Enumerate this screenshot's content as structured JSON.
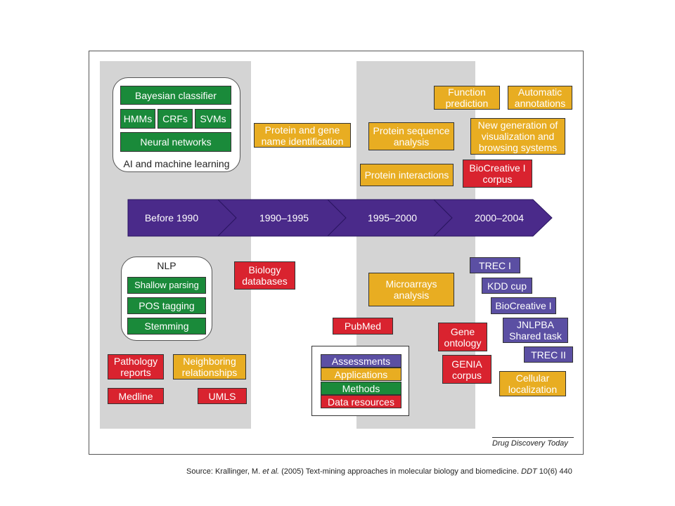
{
  "timeline": [
    "Before 1990",
    "1990–1995",
    "1995–2000",
    "2000–2004"
  ],
  "ai_group": {
    "title": "AI and machine learning",
    "bayesian": "Bayesian classifier",
    "hmms": "HMMs",
    "crfs": "CRFs",
    "svms": "SVMs",
    "neural": "Neural networks"
  },
  "nlp_group": {
    "title": "NLP",
    "shallow": "Shallow parsing",
    "pos": "POS tagging",
    "stemming": "Stemming"
  },
  "top_boxes": {
    "protein_gene": "Protein and gene name identification",
    "protein_sequence": "Protein sequence analysis",
    "protein_interactions": "Protein interactions",
    "function_prediction": "Function prediction",
    "automatic_annotations": "Automatic annotations",
    "new_generation": "New generation of visualization and browsing systems",
    "biocreative_corpus": "BioCreative I corpus"
  },
  "bottom_boxes": {
    "pathology": "Pathology reports",
    "neighboring": "Neighboring relationships",
    "medline": "Medline",
    "umls": "UMLS",
    "biology_db": "Biology databases",
    "microarrays": "Microarrays analysis",
    "pubmed": "PubMed",
    "gene_ontology": "Gene ontology",
    "genia": "GENIA corpus",
    "trec1": "TREC I",
    "kdd": "KDD cup",
    "biocreative1": "BioCreative I",
    "jnlpba": "JNLPBA Shared task",
    "trec2": "TREC II",
    "cellular": "Cellular localization"
  },
  "legend": {
    "assessments": "Assessments",
    "applications": "Applications",
    "methods": "Methods",
    "data_resources": "Data resources"
  },
  "caption": "Drug Discovery Today",
  "source": {
    "prefix": "Source: Krallinger, M. ",
    "etal": "et al.",
    "middle": " (2005) Text-mining approaches in molecular biology and biomedicine. ",
    "journal": "DDT",
    "suffix": " 10(6) 440"
  },
  "colors": {
    "methods": "#1a8a3a",
    "applications": "#e8ad22",
    "data_resources": "#d9232f",
    "assessments": "#5b4fa3",
    "timeline": "#4a2a8a"
  }
}
